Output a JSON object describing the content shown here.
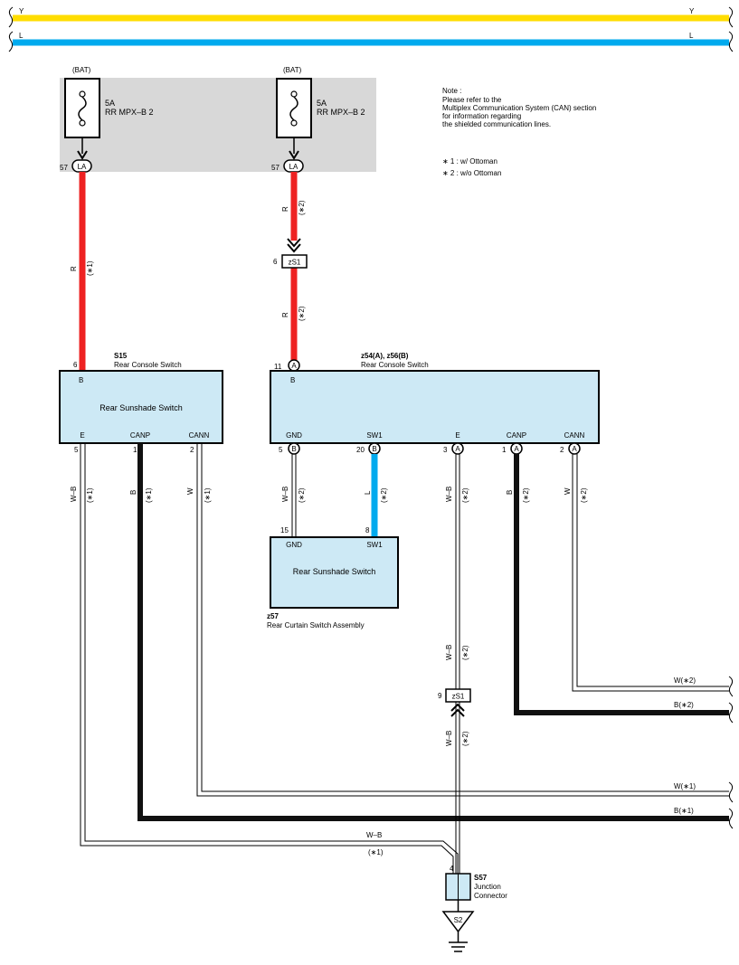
{
  "colors": {
    "yellow_wire": "#ffdd00",
    "blue_wire": "#00aaee",
    "red_wire": "#ee2222",
    "black_wire": "#111111",
    "box_fill": "#cde9f5",
    "fuse_panel": "#d8d8d8"
  },
  "top_bus": {
    "y_left": "Y",
    "y_right": "Y",
    "l_left": "L",
    "l_right": "L"
  },
  "fuse1": {
    "source": "(BAT)",
    "amp": "5A",
    "name": "RR MPX–B 2",
    "pin": "57",
    "conn": "LA"
  },
  "fuse2": {
    "source": "(BAT)",
    "amp": "5A",
    "name": "RR MPX–B 2",
    "pin": "57",
    "conn": "LA"
  },
  "note": {
    "title": "Note :",
    "lines": [
      "Please refer to the",
      "Multiplex Communication System (CAN) section",
      "for information regarding",
      "the shielded communication lines."
    ],
    "opt1": "∗ 1 : w/ Ottoman",
    "opt2": "∗ 2 : w/o Ottoman"
  },
  "wire_labels": {
    "r": "R",
    "opt1": "(∗1)",
    "opt2": "(∗2)",
    "wb": "W–B",
    "b": "B",
    "w": "W",
    "l": "L"
  },
  "zs1_top": {
    "pin": "6",
    "name": "zS1"
  },
  "zs1_bottom": {
    "pin": "9",
    "name": "zS1"
  },
  "s15": {
    "id": "S15",
    "desc": "Rear Console Switch",
    "inner": "Rear Sunshade Switch",
    "top_pin": "6",
    "top_label": "B",
    "pins": [
      {
        "num": "5",
        "label": "E"
      },
      {
        "num": "1",
        "label": "CANP"
      },
      {
        "num": "2",
        "label": "CANN"
      }
    ]
  },
  "z54": {
    "id": "z54(A), z56(B)",
    "desc": "Rear Console Switch",
    "top_pin": "11",
    "top_conn": "A",
    "top_label": "B",
    "pins": [
      {
        "num": "5",
        "conn": "B",
        "label": "GND"
      },
      {
        "num": "20",
        "conn": "B",
        "label": "SW1"
      },
      {
        "num": "3",
        "conn": "A",
        "label": "E"
      },
      {
        "num": "1",
        "conn": "A",
        "label": "CANP"
      },
      {
        "num": "2",
        "conn": "A",
        "label": "CANN"
      }
    ]
  },
  "z57": {
    "id": "z57",
    "desc": "Rear Curtain Switch Assembly",
    "inner": "Rear Sunshade Switch",
    "pins": [
      {
        "num": "15",
        "label": "GND"
      },
      {
        "num": "8",
        "label": "SW1"
      }
    ]
  },
  "right_exits": {
    "w2": "W(∗2)",
    "b2": "B(∗2)",
    "w1": "W(∗1)",
    "b1": "B(∗1)"
  },
  "ground_run": {
    "wire": "W–B",
    "opt": "(∗1)"
  },
  "s57": {
    "id": "S57",
    "line1": "Junction",
    "line2": "Connector",
    "pin": "4"
  },
  "ground": {
    "name": "S2"
  }
}
